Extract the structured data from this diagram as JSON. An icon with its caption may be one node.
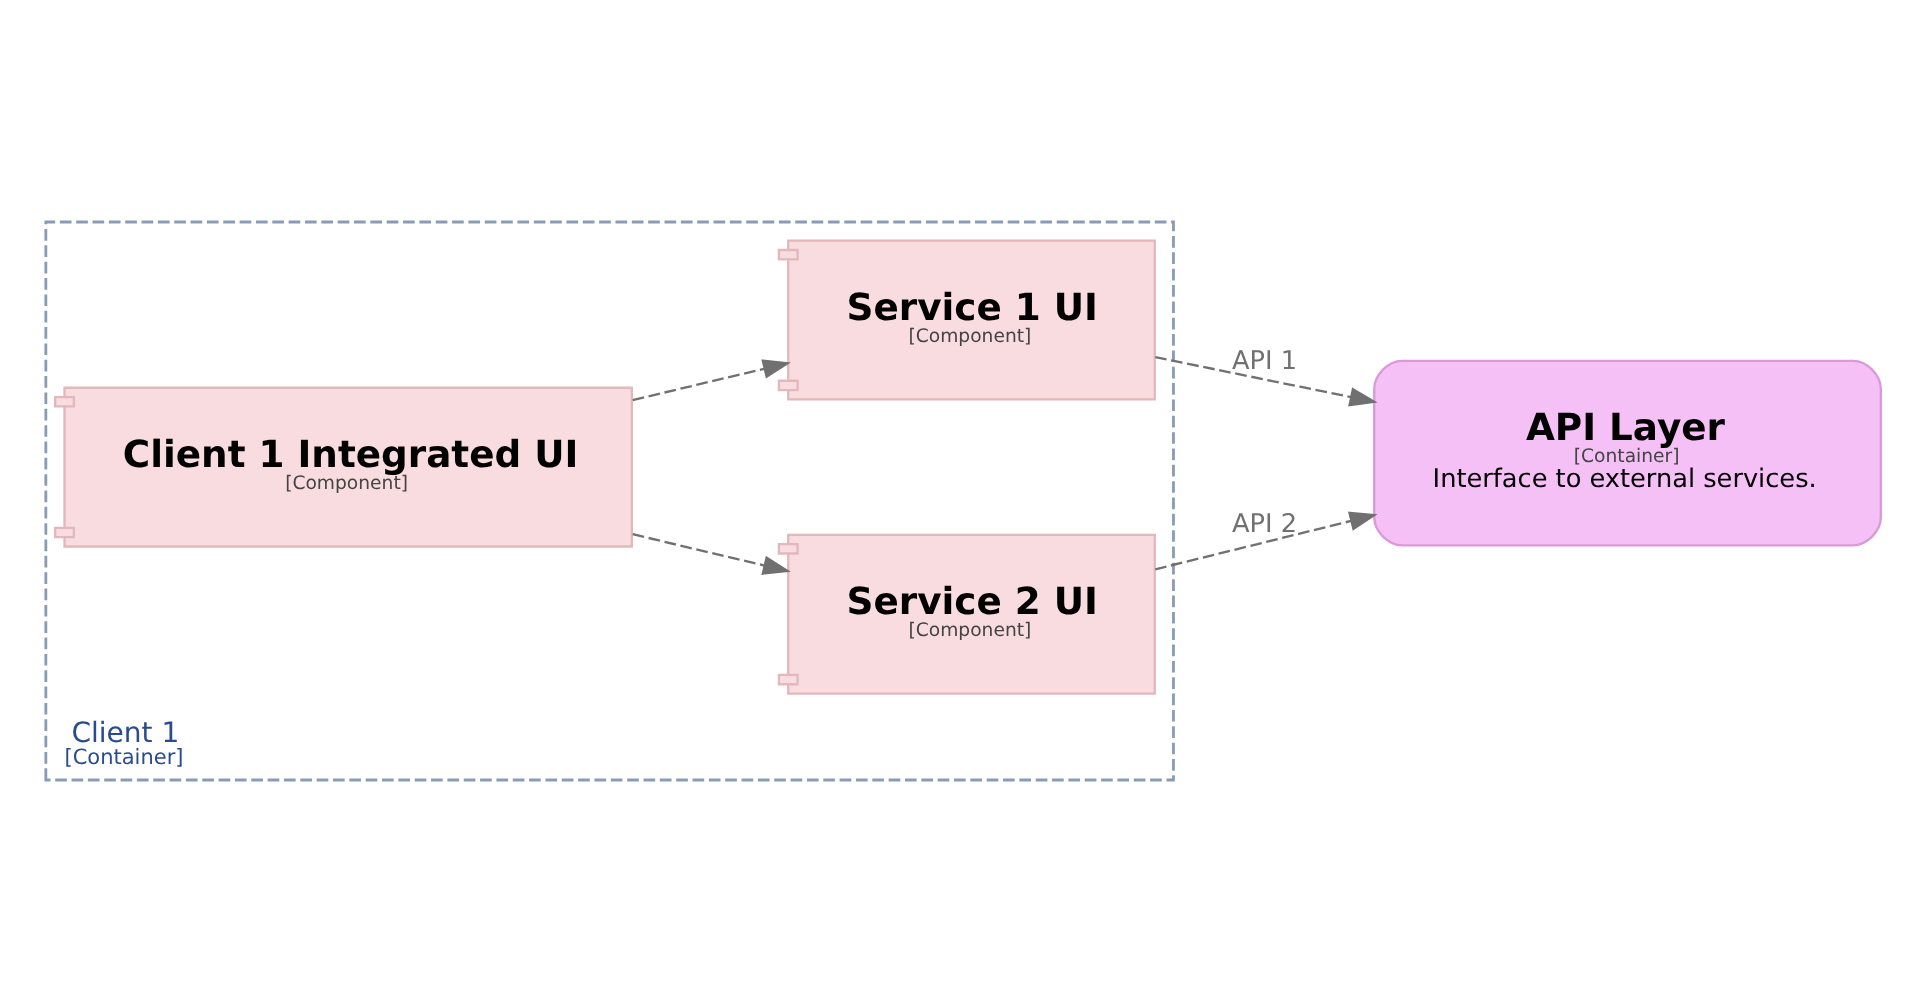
{
  "diagram": {
    "nodes": [
      {
        "text": [
          "Client 1",
          "[Container]"
        ]
      },
      {
        "text": [
          "Client 1 Integrated UI",
          "[Component]"
        ],
        "in": 0
      },
      {
        "text": [
          "Service 1 UI",
          "[Component]"
        ],
        "in": 0
      },
      {
        "text": [
          "Service 2 UI",
          "[Component]"
        ],
        "in": 0
      },
      {
        "text": [
          "API Layer",
          "[Container]",
          "Interface to external services."
        ]
      }
    ],
    "edges": [
      {
        "from": 1,
        "to": 2,
        "arrow": "to",
        "style": "dashed"
      },
      {
        "from": 1,
        "to": 3,
        "arrow": "to",
        "style": "dashed"
      },
      {
        "from": 2,
        "to": 4,
        "arrow": "to",
        "style": "dashed",
        "label": "API 1"
      },
      {
        "from": 3,
        "to": 4,
        "arrow": "to",
        "style": "dashed",
        "label": "API 2"
      }
    ]
  }
}
